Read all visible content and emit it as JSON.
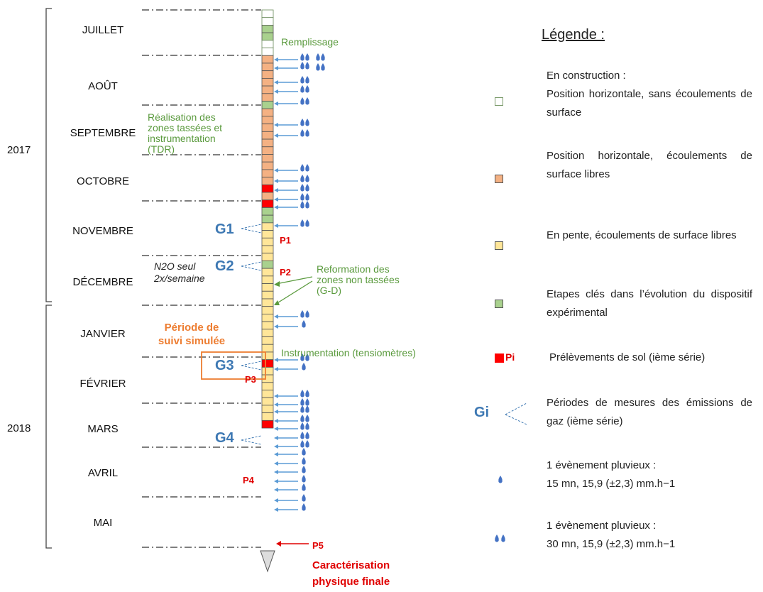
{
  "years": [
    "2017",
    "2018"
  ],
  "months": [
    "JUILLET",
    "AOÛT",
    "SEPTEMBRE",
    "OCTOBRE",
    "NOVEMBRE",
    "DÉCEMBRE",
    "JANVIER",
    "FÉVRIER",
    "MARS",
    "AVRIL",
    "MAI"
  ],
  "annotations": {
    "remplissage": "Remplissage",
    "realisation": [
      "Réalisation des",
      "zones tassées et",
      "instrumentation",
      "(TDR)"
    ],
    "reformation": [
      "Reformation des",
      "zones non tassées",
      "(G-D)"
    ],
    "instrumentation": "Instrumentation (tensiomètres)",
    "n2o": [
      "N2O seul",
      "2x/semaine"
    ],
    "periode": [
      "Période de",
      "suivi simulée"
    ],
    "final": [
      "Caractérisation",
      "physique finale"
    ]
  },
  "prelevements": [
    "P1",
    "P2",
    "P3",
    "P4",
    "P5"
  ],
  "gaz": [
    "G1",
    "G2",
    "G3",
    "G4"
  ],
  "legend": {
    "title": "Légende :",
    "items": [
      {
        "lines": [
          "En construction :",
          "Position horizontale, sans écoulements de surface"
        ],
        "color": "#ffffff"
      },
      {
        "lines": [
          "Position horizontale, écoulements de surface libres"
        ],
        "color": "#f4b183"
      },
      {
        "lines": [
          "En pente, écoulements de surface libres"
        ],
        "color": "#ffe699"
      },
      {
        "lines": [
          "Etapes clés dans l’évolution du dispositif expérimental"
        ],
        "color": "#a9d18e"
      },
      {
        "label": "Pi",
        "text": "Prélèvements de sol (ième série)",
        "color": "#ff0000"
      },
      {
        "label": "Gi",
        "text": "Périodes de mesures des émissions de gaz (ième série)"
      },
      {
        "lines": [
          "1 évènement pluvieux :",
          "15 mn, 15,9 (±2,3) mm.h−1"
        ],
        "icon": "single-drop-icon"
      },
      {
        "lines": [
          "1 évènement pluvieux :",
          "30 mn, 15,9 (±2,3) mm.h−1"
        ],
        "icon": "double-drop-icon"
      }
    ]
  },
  "colors": {
    "white": "#ffffff",
    "orange": "#f4b183",
    "yellow": "#ffe699",
    "green": "#a9d18e",
    "red": "#ff0000",
    "blue": "#5b9bd5",
    "gas": "#3d78b3",
    "key": "#5a9a3d",
    "period": "#ed7d31"
  }
}
